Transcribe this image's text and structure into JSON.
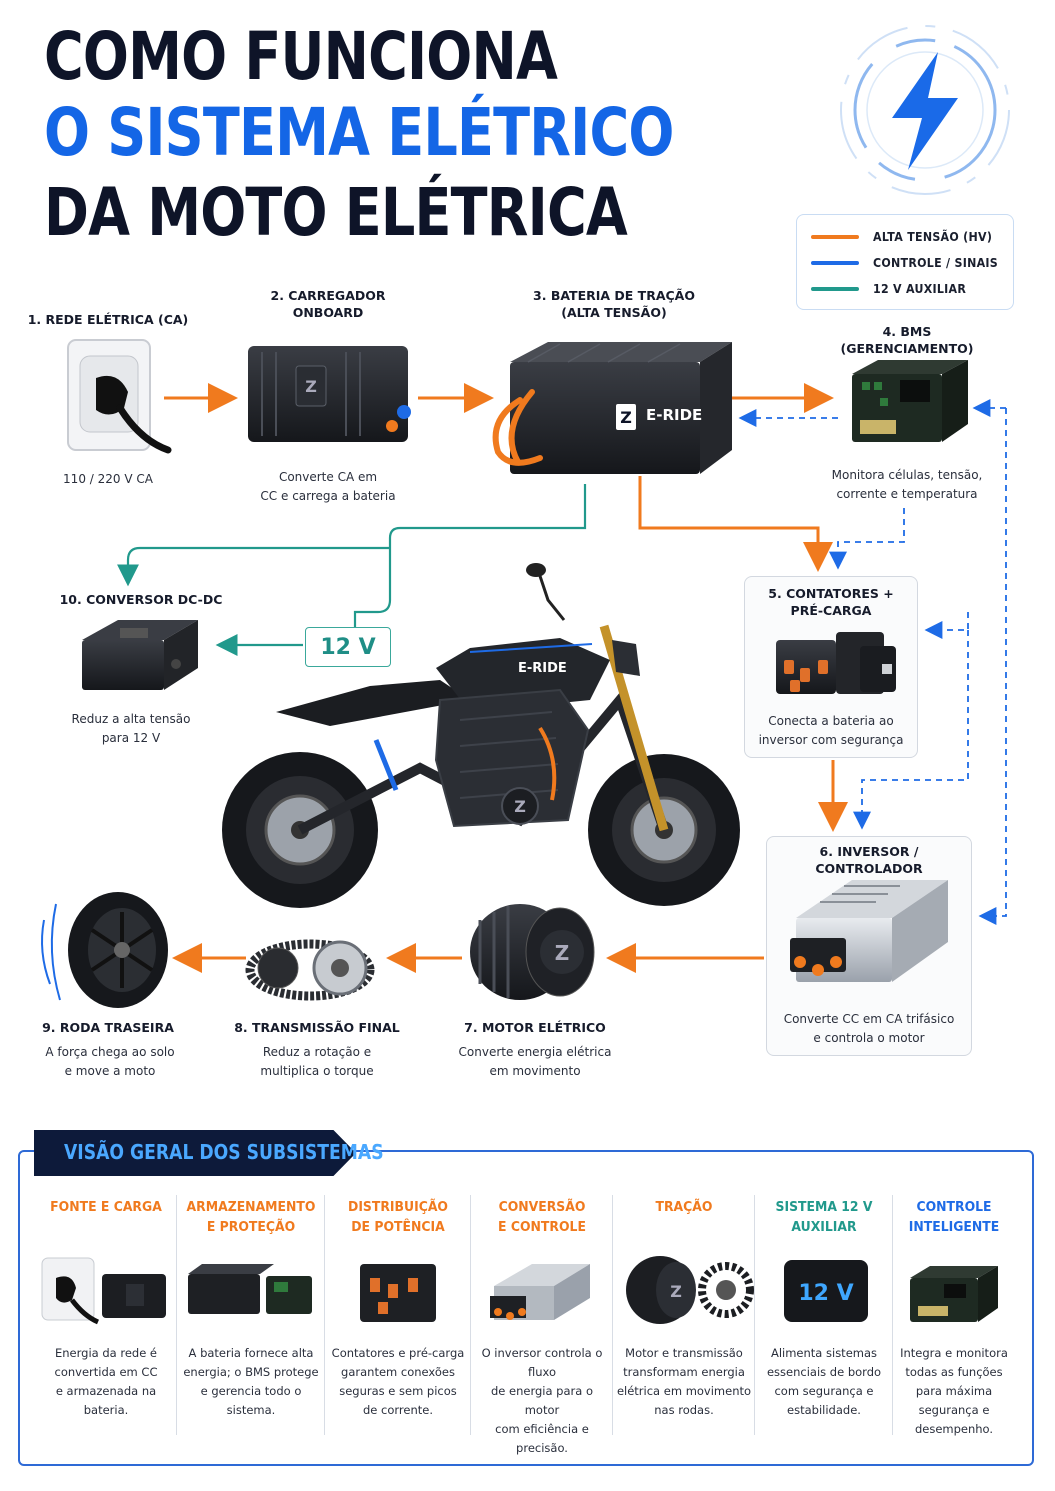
{
  "title": {
    "line1": "COMO FUNCIONA",
    "line2": "O SISTEMA ELÉTRICO",
    "line3": "DA MOTO ELÉTRICA"
  },
  "colors": {
    "high_voltage": "#f07a1e",
    "control": "#1e6be6",
    "aux_12v": "#21998c",
    "title_blue": "#1466e6",
    "dark": "#0e1428"
  },
  "legend": {
    "items": [
      {
        "label": "ALTA TENSÃO (HV)",
        "color": "#f07a1e"
      },
      {
        "label": "CONTROLE / SINAIS",
        "color": "#1e6be6"
      },
      {
        "label": "12 V AUXILIAR",
        "color": "#21998c"
      }
    ]
  },
  "components": {
    "c1": {
      "title": "1. REDE ELÉTRICA (CA)",
      "desc": "110 / 220 V CA"
    },
    "c2": {
      "title": "2. CARREGADOR\nONBOARD",
      "desc": "Converte CA em\nCC e carrega a bateria"
    },
    "c3": {
      "title": "3. BATERIA DE TRAÇÃO\n(ALTA TENSÃO)",
      "brand": "E-RIDE",
      "logo": "Z"
    },
    "c4": {
      "title": "4. BMS\n(GERENCIAMENTO)",
      "desc": "Monitora células, tensão,\ncorrente e temperatura"
    },
    "c5": {
      "title": "5. CONTATORES +\nPRÉ-CARGA",
      "desc": "Conecta a bateria ao\ninversor com segurança"
    },
    "c6": {
      "title": "6. INVERSOR / CONTROLADOR",
      "desc": "Converte CC em CA trifásico\ne controla o motor"
    },
    "c7": {
      "title": "7. MOTOR ELÉTRICO",
      "desc": "Converte energia elétrica\nem movimento"
    },
    "c8": {
      "title": "8. TRANSMISSÃO FINAL",
      "desc": "Reduz a rotação e\nmultiplica o torque"
    },
    "c9": {
      "title": "9. RODA TRASEIRA",
      "desc": "A força chega ao solo\ne move a moto"
    },
    "c10": {
      "title": "10. CONVERSOR DC-DC",
      "desc": "Reduz a alta tensão\npara 12 V"
    }
  },
  "label_12v": "12 V",
  "moto_brand": "E-RIDE",
  "overview": {
    "title": "VISÃO GERAL DOS SUBSISTEMAS",
    "columns": [
      {
        "head": "FONTE E CARGA",
        "text": "Energia da rede é\nconvertida em CC\ne armazenada na\nbateria.",
        "color": "#f07a1e"
      },
      {
        "head": "ARMAZENAMENTO\nE PROTEÇÃO",
        "text": "A bateria fornece alta\nenergia; o BMS protege\ne gerencia todo o\nsistema.",
        "color": "#f07a1e"
      },
      {
        "head": "DISTRIBUIÇÃO\nDE POTÊNCIA",
        "text": "Contatores e pré-carga\ngarantem conexões\nseguras e sem picos\nde corrente.",
        "color": "#f07a1e"
      },
      {
        "head": "CONVERSÃO\nE CONTROLE",
        "text": "O inversor controla o fluxo\nde energia para o motor\ncom eficiência e\nprecisão.",
        "color": "#f07a1e"
      },
      {
        "head": "TRAÇÃO",
        "text": "Motor e transmissão\ntransformam energia\nelétrica em movimento\nnas rodas.",
        "color": "#f07a1e"
      },
      {
        "head": "SISTEMA 12 V\nAUXILIAR",
        "text": "Alimenta sistemas\nessenciais de bordo\ncom segurança e\nestabilidade.",
        "color": "#21998c",
        "badge": "12 V"
      },
      {
        "head": "CONTROLE\nINTELIGENTE",
        "text": "Integra e monitora\ntodas as funções\npara máxima\nsegurança e\ndesempenho.",
        "color": "#1e6be6"
      }
    ]
  }
}
